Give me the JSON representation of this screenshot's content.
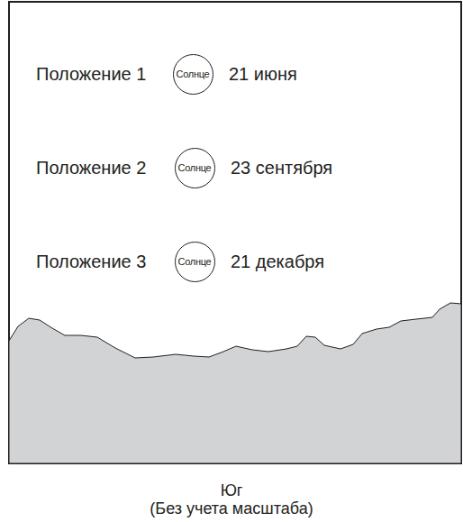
{
  "diagram": {
    "nodes": [
      {
        "text": [
          "Солнце"
        ]
      },
      {
        "text": [
          "Солнце"
        ]
      },
      {
        "text": [
          "Солнце"
        ]
      }
    ],
    "labels": [
      "Положение 1",
      "21 июня",
      "Положение 2",
      "23 сентября",
      "Положение 3",
      "21 декабря",
      "Юг",
      "(Без учета масштаба)"
    ]
  }
}
